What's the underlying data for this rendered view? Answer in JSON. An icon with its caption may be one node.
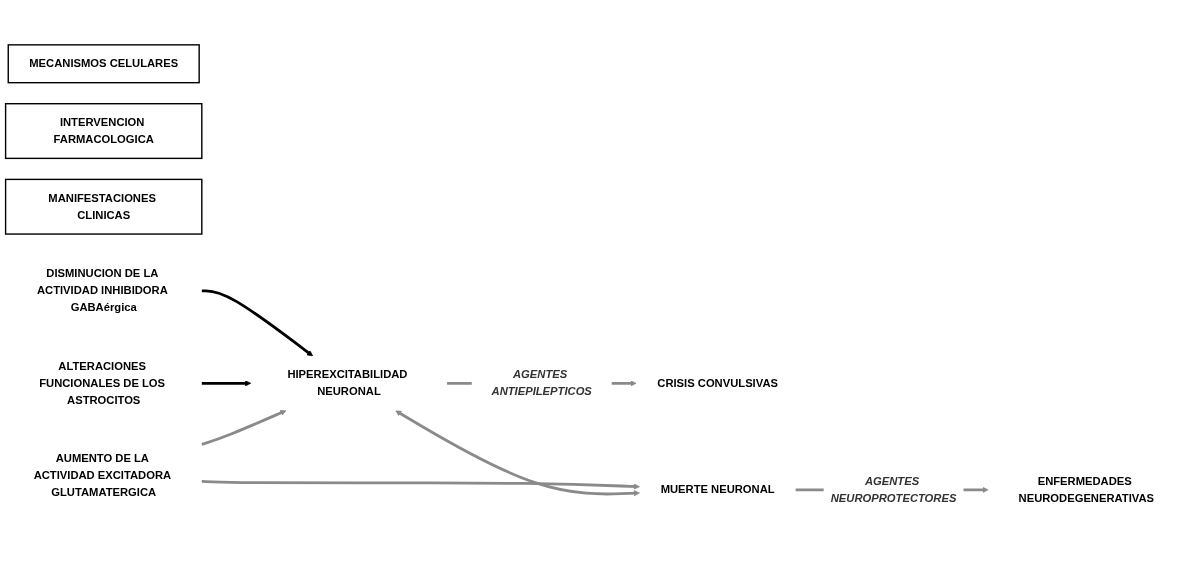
{
  "diagram": {
    "nodes": [
      {
        "text": [
          "MECANISMOS CELULARES"
        ]
      },
      {
        "text": [
          "INTERVENCION FARMACOLOGICA"
        ]
      },
      {
        "text": [
          "MANIFESTACIONES CLINICAS"
        ]
      },
      {
        "text": [
          "DISMINUCION DE LA ACTIVIDAD INHIBIDORA GABAérgica"
        ]
      },
      {
        "text": [
          "ALTERACIONES FUNCIONALES DE LOS ASTROCITOS"
        ]
      },
      {
        "text": [
          "HIPEREXCITABILIDAD NEURONAL"
        ]
      },
      {
        "text": [
          "AUMENTO DE LA ACTIVIDAD EXCITADORA GLUTAMATERGICA"
        ]
      },
      {
        "text": [
          "CRISIS CONVULSIVAS"
        ]
      },
      {
        "text": [
          "MUERTE NEURONAL"
        ]
      },
      {
        "text": [
          "ENFERMEDADES NEURODEGENERATIVAS"
        ]
      }
    ],
    "edges": [
      {
        "from": 3,
        "to": 5,
        "arrow": "to",
        "color": "#000000"
      },
      {
        "from": 4,
        "to": 5,
        "arrow": "to",
        "color": "#000000"
      },
      {
        "from": 6,
        "to": 5,
        "arrow": "to"
      },
      {
        "from": 6,
        "to": 8,
        "arrow": "to"
      },
      {
        "from": 5,
        "to": 8,
        "arrow": "both"
      },
      {
        "from": 5,
        "to": 7,
        "arrow": "to",
        "label": "AGENTES ANTIEPILEPTICOS"
      },
      {
        "from": 8,
        "to": 9,
        "arrow": "to",
        "label": "AGENTES NEUROPROTECTORES"
      }
    ]
  }
}
